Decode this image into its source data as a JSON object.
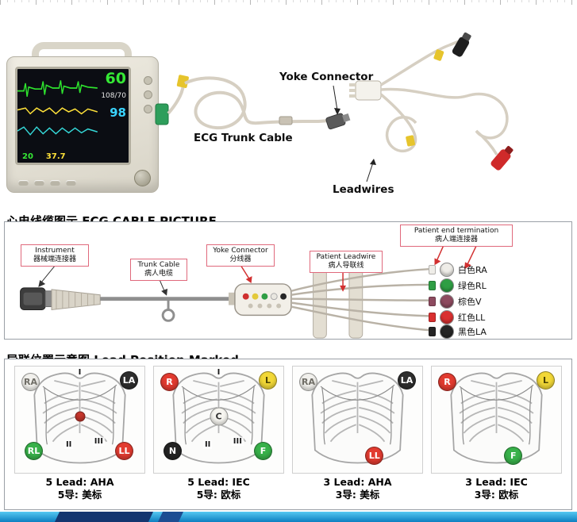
{
  "photos": {
    "yoke_connector_label": "Yoke Connector",
    "trunk_cable_label": "ECG Trunk Cable",
    "leadwires_label": "Leadwires",
    "monitor": {
      "hr": "60",
      "nibp": "108/70",
      "spo2": "98",
      "resp": "20",
      "temp": "37.7"
    }
  },
  "cable_section": {
    "title": "心电线缆图示 ECG CABLE PICTURE",
    "callouts": {
      "instrument_en": "Instrument",
      "instrument_cn": "器械端连接器",
      "trunk_en": "Trunk Cable",
      "trunk_cn": "病人电缆",
      "yoke_en": "Yoke Connector",
      "yoke_cn": "分线器",
      "leadwire_en": "Patient Leadwire",
      "leadwire_cn": "病人导联线",
      "termination_en": "Patient end termination",
      "termination_cn": "病人端连接器"
    },
    "leads": [
      {
        "label": "白色RA",
        "color": "#efede8"
      },
      {
        "label": "绿色RL",
        "color": "#2f9e44"
      },
      {
        "label": "棕色V",
        "color": "#8d4a5f"
      },
      {
        "label": "红色LL",
        "color": "#d93030"
      },
      {
        "label": "黑色LA",
        "color": "#242424"
      }
    ]
  },
  "lead_section": {
    "title": "导联位置示意图 Lead Position Marked",
    "panels": [
      {
        "caption_en": "5 Lead: AHA",
        "caption_cn": "5导: 美标",
        "limb_labels": [
          "I",
          "II",
          "III"
        ],
        "electrodes": [
          {
            "label": "RA",
            "bg": "#f1f0ec",
            "fg": "#6f6d66"
          },
          {
            "label": "LA",
            "bg": "#2e2e2e",
            "fg": "#ffffff"
          },
          {
            "label": "",
            "bg": "#c8372d",
            "fg": "#ffffff"
          },
          {
            "label": "RL",
            "bg": "#38b14a",
            "fg": "#ffffff"
          },
          {
            "label": "LL",
            "bg": "#e23b30",
            "fg": "#ffffff"
          }
        ]
      },
      {
        "caption_en": "5 Lead: IEC",
        "caption_cn": "5导: 欧标",
        "limb_labels": [
          "I",
          "II",
          "III"
        ],
        "electrodes": [
          {
            "label": "R",
            "bg": "#e23b30",
            "fg": "#ffffff"
          },
          {
            "label": "L",
            "bg": "#f2d837",
            "fg": "#4a4200"
          },
          {
            "label": "C",
            "bg": "#f6f5f0",
            "fg": "#333333"
          },
          {
            "label": "N",
            "bg": "#232323",
            "fg": "#ffffff"
          },
          {
            "label": "F",
            "bg": "#38b14a",
            "fg": "#ffffff"
          }
        ]
      },
      {
        "caption_en": "3 Lead: AHA",
        "caption_cn": "3导: 美标",
        "electrodes": [
          {
            "label": "RA",
            "bg": "#f1f0ec",
            "fg": "#6f6d66"
          },
          {
            "label": "LA",
            "bg": "#2e2e2e",
            "fg": "#ffffff"
          },
          {
            "label": "LL",
            "bg": "#e23b30",
            "fg": "#ffffff"
          }
        ]
      },
      {
        "caption_en": "3 Lead: IEC",
        "caption_cn": "3导: 欧标",
        "electrodes": [
          {
            "label": "R",
            "bg": "#e23b30",
            "fg": "#ffffff"
          },
          {
            "label": "L",
            "bg": "#f2d837",
            "fg": "#4a4200"
          },
          {
            "label": "F",
            "bg": "#38b14a",
            "fg": "#ffffff"
          }
        ]
      }
    ]
  }
}
